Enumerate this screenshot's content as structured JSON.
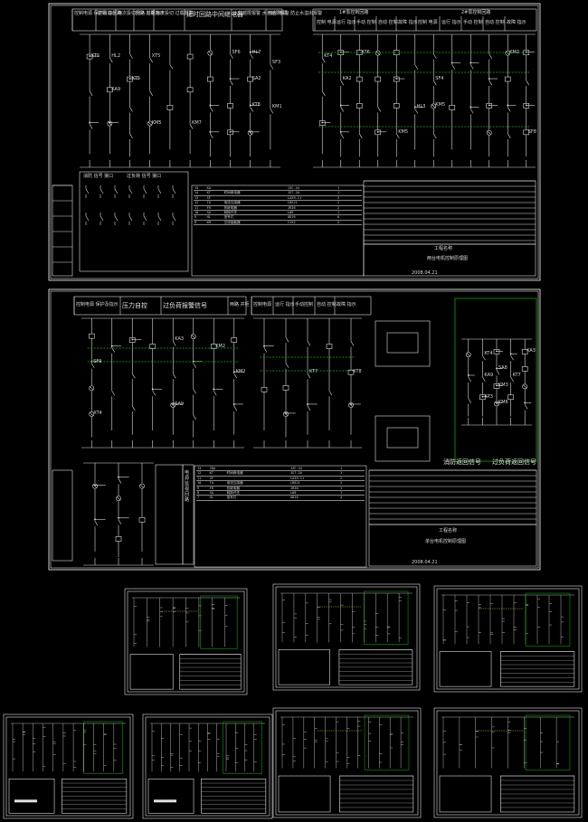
{
  "colors": {
    "background": "#000000",
    "line": "#e0e0e0",
    "accent_green": "#00c000",
    "accent_yellow": "#d8c000"
  },
  "sheet1": {
    "header_cells": [
      "控制电源 保护及指示",
      "控制 总回路",
      "两次投切回路 过载指示",
      "两路 并柜",
      "两次投切 过载报警",
      "延时回路中间继电器",
      "水位越限报警 水池越限报警 防止水溢出报警",
      "两台 电机",
      "1#泵控制回路",
      "2#泵控制回路",
      "控制 电源",
      "运行 指示",
      "手动 控制",
      "自动 控制",
      "故障 指示",
      "控制 电源",
      "运行 指示",
      "手动 控制",
      "自动 控制",
      "故障 指示"
    ],
    "relay_block_labels": [
      "消防 信号 接口",
      "过负荷 信号 接口"
    ],
    "table_rows": [
      [
        "15",
        "KA",
        "",
        "",
        "JZC-44",
        "1"
      ],
      [
        "14",
        "KT",
        "时间继电器",
        "",
        "JS7-2A",
        "1"
      ],
      [
        "13",
        "SF",
        "",
        "",
        "LA39-11",
        "2"
      ],
      [
        "12",
        "TA",
        "电流互感器",
        "",
        "LMZJ1",
        "2"
      ],
      [
        "11",
        "FR",
        "热继电器",
        "",
        "JR36",
        "2"
      ],
      [
        "10",
        "SA",
        "转换开关",
        "",
        "LW5",
        "1"
      ],
      [
        "9",
        "HL",
        "信号灯",
        "",
        "AD16",
        "6"
      ],
      [
        "8",
        "KM",
        "交流接触器",
        "",
        "CJX2",
        "2"
      ]
    ],
    "title_block": {
      "name": "工程名称",
      "drawing": "两台电机控制原理图",
      "date": "2008.04.21"
    }
  },
  "sheet2": {
    "header_cells": [
      "控制电源 保护及指示",
      "压力自控",
      "过负荷报警信号",
      "两路 并柜",
      "控制电源",
      "运行 指示",
      "手动控制",
      "自动 控制",
      "故障 指示"
    ],
    "side_box_text": "电 源 监 视 回 路",
    "signal_labels": [
      "消防返回信号",
      "过负荷返回信号"
    ],
    "table_rows": [
      [
        "13",
        "ZQA",
        "",
        "",
        "JZC-44",
        "1"
      ],
      [
        "12",
        "KT",
        "时间继电器",
        "",
        "JS7-2A",
        "1"
      ],
      [
        "11",
        "SF",
        "",
        "",
        "LA39-11",
        "2"
      ],
      [
        "10",
        "TA",
        "电流互感器",
        "",
        "LMZJ1",
        "2"
      ],
      [
        "9",
        "FR",
        "热继电器",
        "",
        "JR36",
        "1"
      ],
      [
        "8",
        "SA",
        "转换开关",
        "",
        "LW5",
        "1"
      ],
      [
        "7",
        "HL",
        "信号灯",
        "",
        "AD16",
        "4"
      ]
    ],
    "title_block": {
      "name": "工程名称",
      "drawing": "单台电机控制原理图",
      "date": "2008.04.21"
    }
  }
}
